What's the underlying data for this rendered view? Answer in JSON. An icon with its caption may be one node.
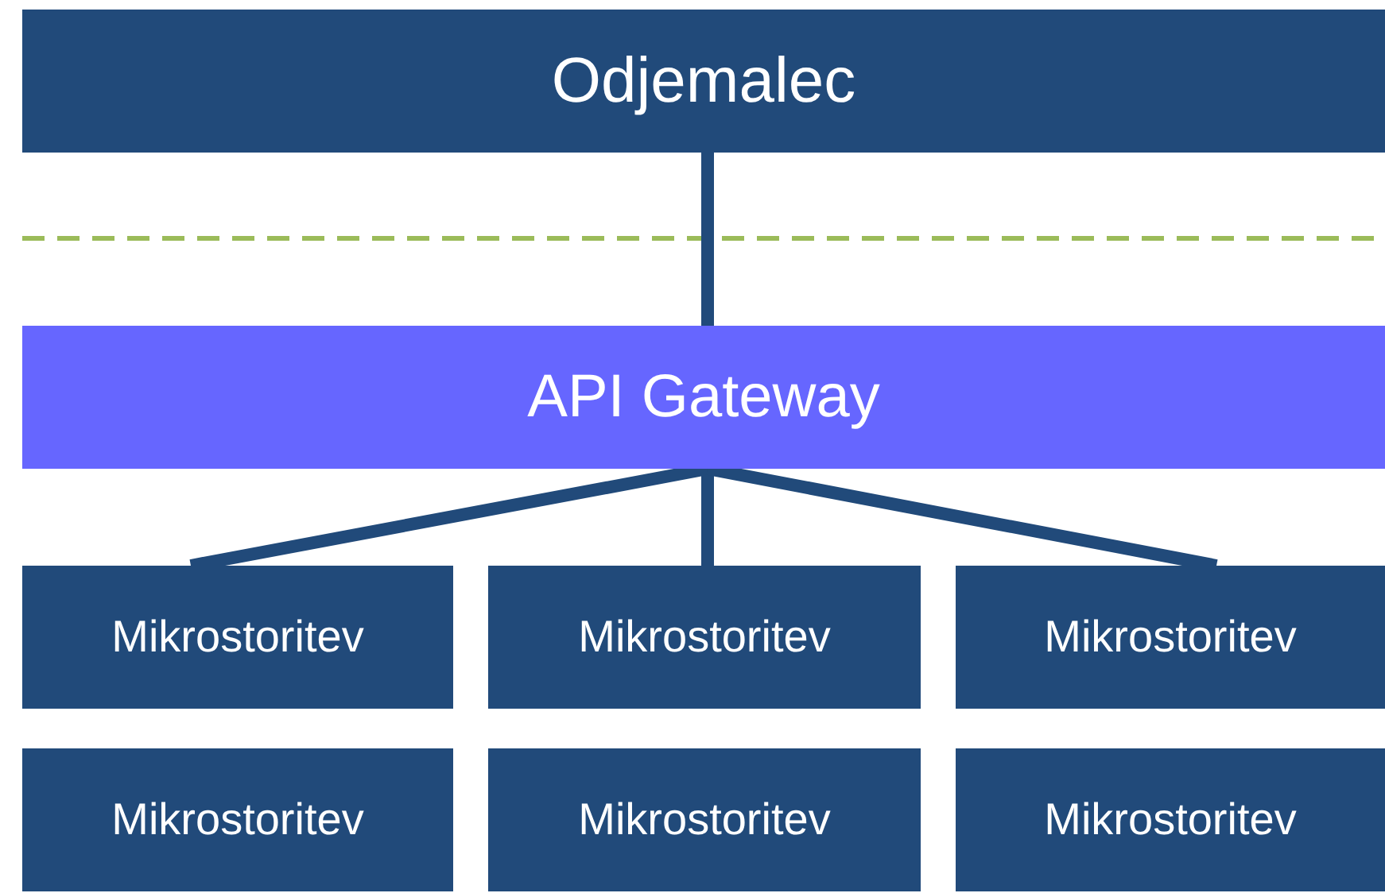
{
  "diagram": {
    "nodes": [
      {
        "text": [
          "Odjemalec"
        ]
      },
      {
        "text": [
          "API Gateway"
        ]
      },
      {
        "text": [
          "Mikrostoritev"
        ]
      },
      {
        "text": [
          "Mikrostoritev"
        ]
      },
      {
        "text": [
          "Mikrostoritev"
        ]
      },
      {
        "text": [
          "Mikrostoritev"
        ]
      },
      {
        "text": [
          "Mikrostoritev"
        ]
      },
      {
        "text": [
          "Mikrostoritev"
        ]
      }
    ],
    "edges": [
      {
        "from": 0,
        "to": 1,
        "arrow": "none"
      },
      {
        "from": 1,
        "to": 2,
        "arrow": "none"
      },
      {
        "from": 1,
        "to": 3,
        "arrow": "none"
      },
      {
        "from": 1,
        "to": 4,
        "arrow": "none"
      }
    ]
  }
}
